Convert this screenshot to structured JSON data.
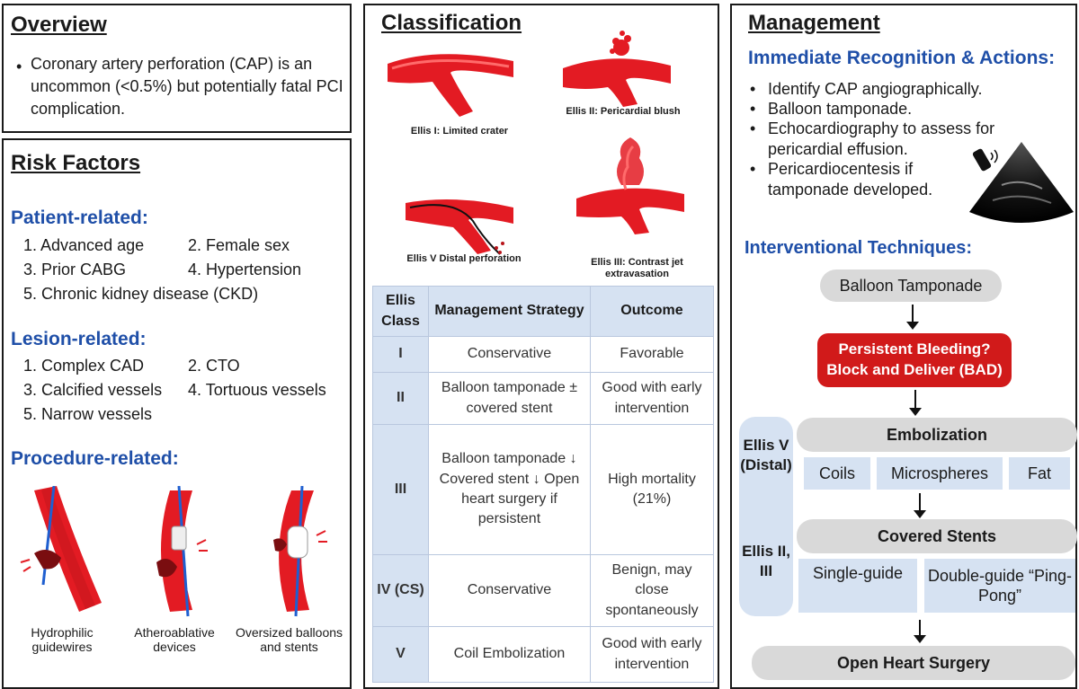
{
  "overview": {
    "title": "Overview",
    "text": "Coronary artery perforation (CAP) is an uncommon (<0.5%) but potentially fatal PCI complication."
  },
  "risk": {
    "title": "Risk Factors",
    "patient": {
      "heading": "Patient-related:",
      "items": [
        "1. Advanced age",
        "2. Female sex",
        "3. Prior CABG",
        "4. Hypertension",
        "5. Chronic kidney disease (CKD)"
      ]
    },
    "lesion": {
      "heading": "Lesion-related:",
      "items": [
        "1. Complex CAD",
        "2. CTO",
        "3. Calcified vessels",
        "4. Tortuous vessels",
        "5. Narrow vessels"
      ]
    },
    "procedure": {
      "heading": "Procedure-related:",
      "captions": [
        "Hydrophilic guidewires",
        "Atheroablative devices",
        "Oversized balloons and stents"
      ]
    }
  },
  "classification": {
    "title": "Classification",
    "figure_labels": [
      "Ellis I: Limited crater",
      "Ellis II: Pericardial blush",
      "Ellis V Distal perforation",
      "Ellis III: Contrast jet extravasation"
    ],
    "table": {
      "headers": [
        "Ellis Class",
        "Management Strategy",
        "Outcome"
      ],
      "rows": [
        [
          "I",
          "Conservative",
          "Favorable"
        ],
        [
          "II",
          "Balloon tamponade ± covered stent",
          "Good with early intervention"
        ],
        [
          "III",
          "Balloon tamponade ↓ Covered stent ↓ Open heart surgery if persistent",
          "High mortality (21%)"
        ],
        [
          "IV (CS)",
          "Conservative",
          "Benign, may close spontaneously"
        ],
        [
          "V",
          "Coil Embolization",
          "Good with early intervention"
        ]
      ]
    }
  },
  "management": {
    "title": "Management",
    "immediate": {
      "heading": "Immediate Recognition & Actions:",
      "items": [
        "Identify CAP angiographically.",
        "Balloon tamponade.",
        "Echocardiography to assess for pericardial effusion.",
        "Pericardiocentesis if tamponade developed."
      ]
    },
    "interventional": {
      "heading": "Interventional Techniques:",
      "balloon": "Balloon Tamponade",
      "bad": "Persistent Bleeding? Block and Deliver (BAD)",
      "embolization": "Embolization",
      "emb_options": [
        "Coils",
        "Microspheres",
        "Fat"
      ],
      "covered": "Covered Stents",
      "cov_options": [
        "Single-guide",
        "Double-guide “Ping-Pong”"
      ],
      "surgery": "Open Heart Surgery",
      "side_top": "Ellis V (Distal)",
      "side_bottom": "Ellis II, III"
    }
  },
  "colors": {
    "accent_blue": "#1f4fa8",
    "red": "#d11a1a",
    "vessel_red": "#e31b23",
    "light_blue": "#d6e2f2",
    "gray": "#d9d9d9"
  }
}
